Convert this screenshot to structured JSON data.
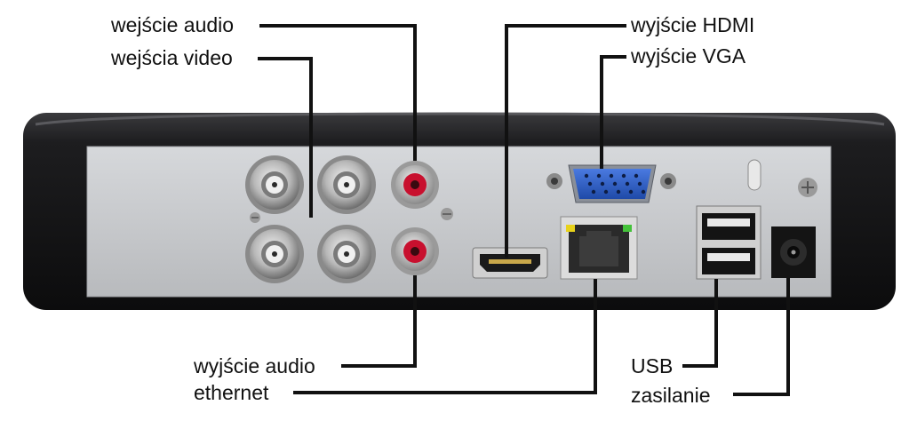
{
  "labels": {
    "audio_in": "wejście audio",
    "video_in": "wejścia video",
    "hdmi_out": "wyjście HDMI",
    "vga_out": "wyjście VGA",
    "audio_out": "wyjście audio",
    "ethernet": "ethernet",
    "usb": "USB",
    "power": "zasilanie"
  },
  "colors": {
    "body": "#1c1c1e",
    "panel": "#c9cbce",
    "vga": "#2f5fc4",
    "rca_red": "#c8102e",
    "led_yellow": "#e8d21a",
    "led_green": "#44c23a",
    "leader": "#111111"
  }
}
